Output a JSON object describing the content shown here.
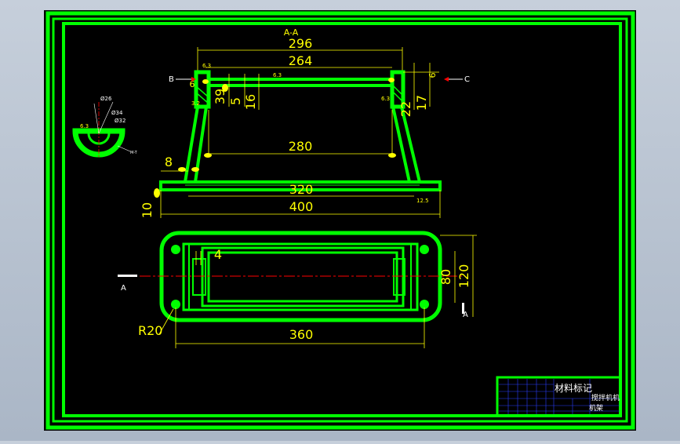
{
  "colors": {
    "background": "#b7c2d1",
    "sheet": "#000000",
    "frame": "#00ff00",
    "dimension": "#ffff00",
    "centerline": "#ff0000",
    "annotation": "#ffffff",
    "titleblock_grid": "#2a3fff"
  },
  "section_view": {
    "label": "A-A",
    "dims": {
      "d296": "296",
      "d264": "264",
      "d280": "280",
      "d320": "320",
      "d400": "400",
      "d8": "8",
      "d10": "10",
      "d39": "39",
      "d5": "5",
      "d16": "16",
      "d22": "22",
      "d17": "17",
      "d6_left": "6",
      "d6_right": "6"
    },
    "roughness": [
      "6.3",
      "3.2",
      "12.5"
    ],
    "view_b": "B",
    "view_c": "C"
  },
  "detail_view": {
    "phi26": "Ø26",
    "phi34": "Ø34",
    "phi32": "Ø32",
    "roughness": "6.3",
    "thread": "M-T"
  },
  "plan_view": {
    "d4": "4",
    "d80": "80",
    "d120": "120",
    "r20": "R20",
    "d360": "360",
    "section_mark_left": "A",
    "section_mark_right": "A"
  },
  "title_block": {
    "material_mark": "材料标记",
    "part_name": "机架",
    "drawing_name": "搅拌机机"
  }
}
